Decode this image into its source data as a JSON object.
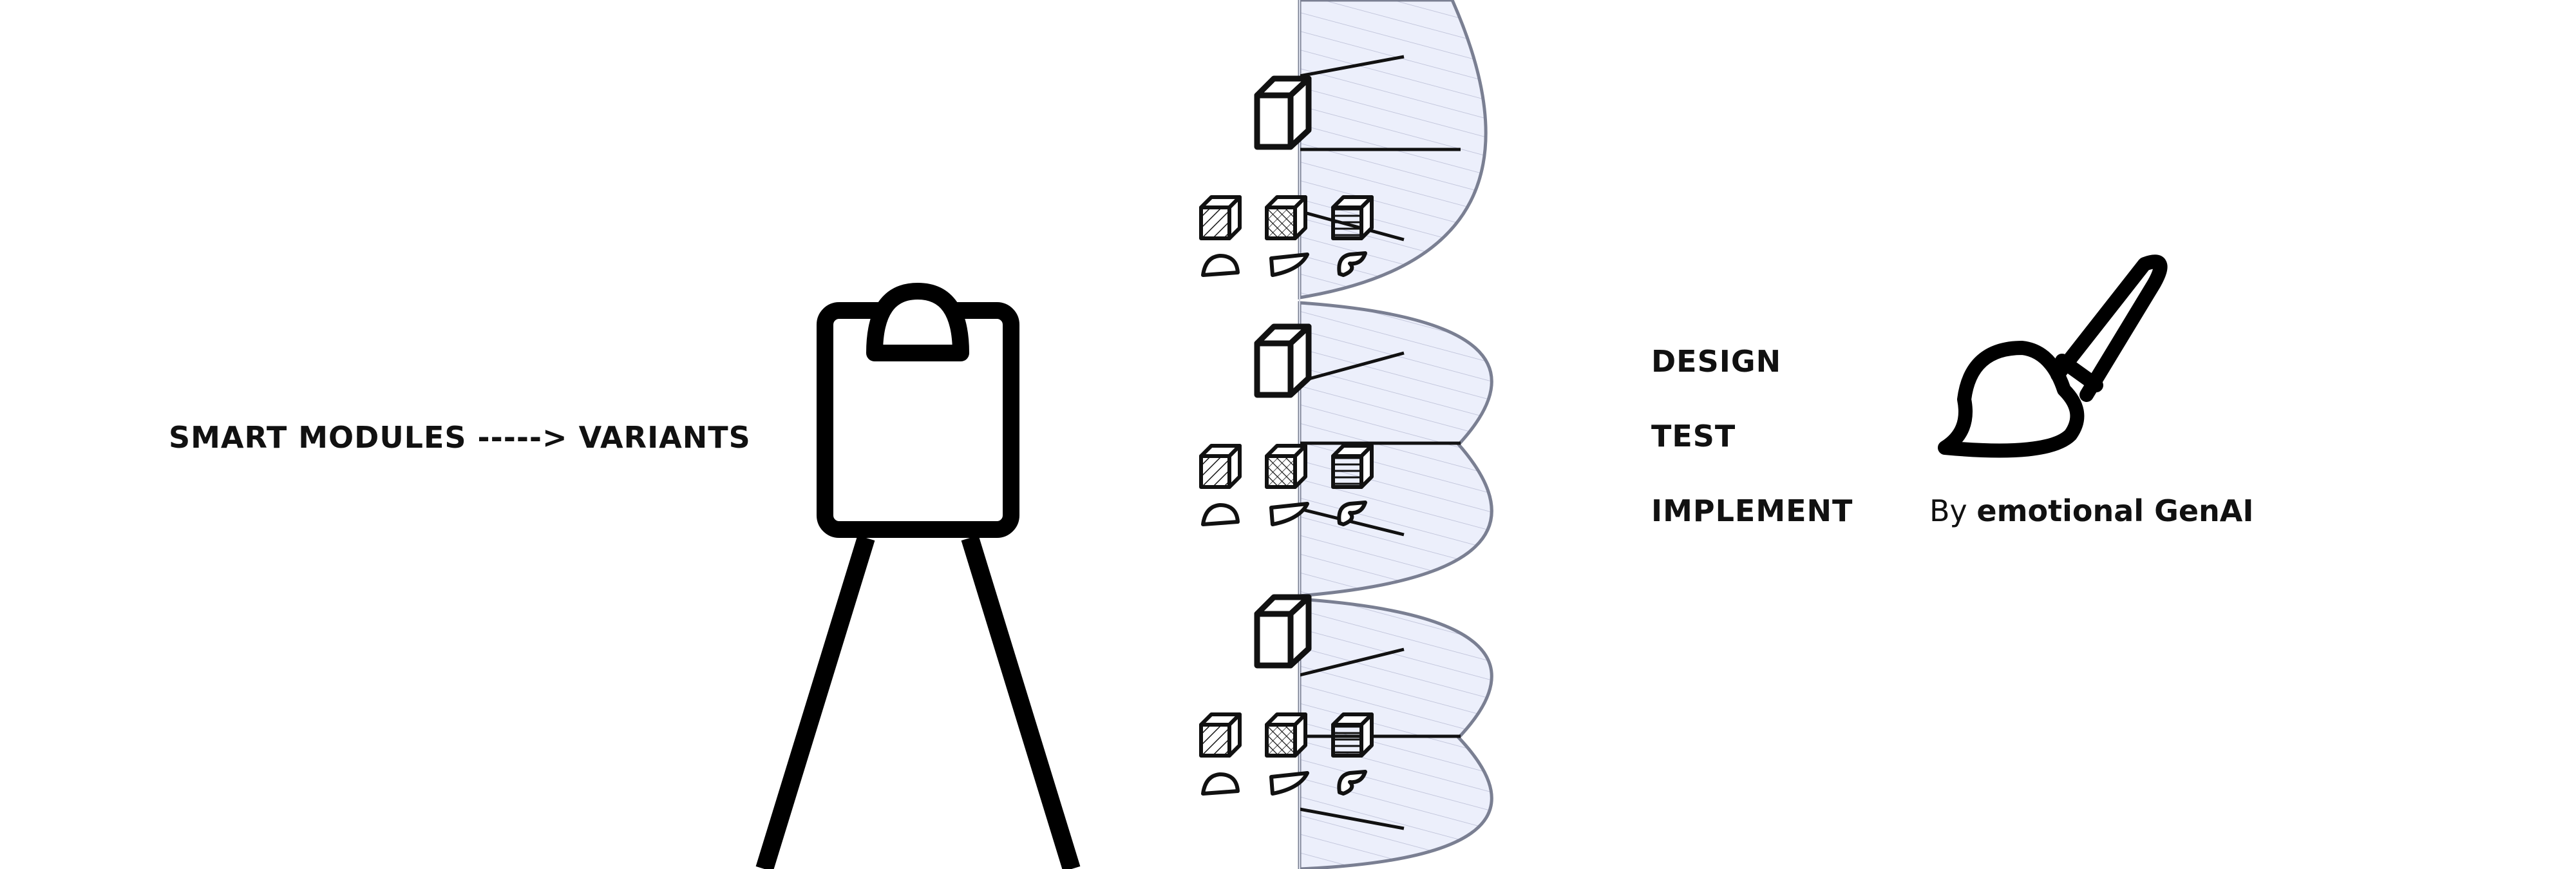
{
  "labels": {
    "flow": "SMART MODULES -----> VARIANTS",
    "design": "DESIGN",
    "test": "TEST",
    "implement": "IMPLEMENT"
  },
  "byline": {
    "prefix": "By",
    "brand": "emotional GenAI"
  },
  "icons": {
    "easel": "easel-icon",
    "module": "cube-icon",
    "brush": "paintbrush-icon"
  },
  "colors": {
    "ink": "#111111",
    "panel": "#eceffb",
    "panel_edge": "#7a7f92"
  }
}
